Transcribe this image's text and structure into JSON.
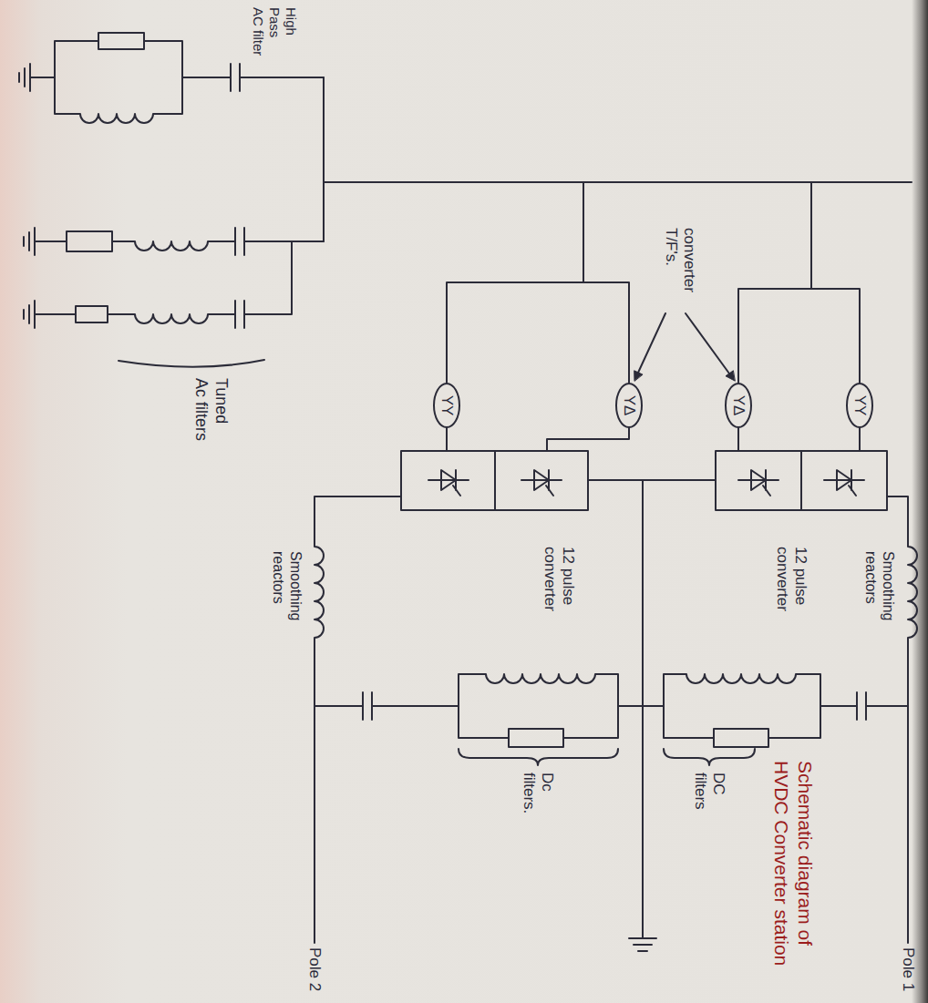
{
  "diagram": {
    "title": "Schematic diagram of HVDC Converter station",
    "nodes": [
      {
        "text": [
          "YY"
        ]
      },
      {
        "text": [
          "YΔ"
        ]
      },
      {
        "text": [
          "YΔ"
        ]
      },
      {
        "text": [
          "YY"
        ]
      }
    ],
    "labels": [
      "High Pass AC filter",
      "Tuned Ac filters",
      "converter T/F's.",
      "12 pulse converter",
      "Smoothing reactors",
      "12 pulse converter",
      "Smoothing reactors",
      "DC filters",
      "Dc filters.",
      "Pole 1",
      "Pole 2"
    ]
  }
}
